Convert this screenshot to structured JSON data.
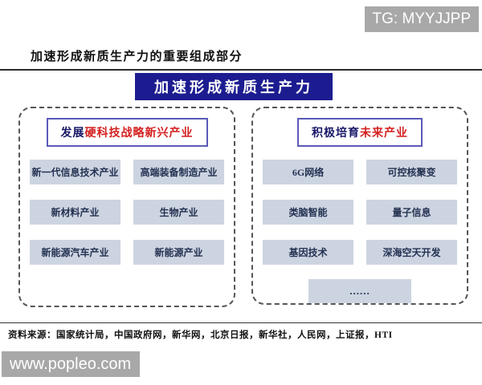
{
  "badges": {
    "tg": "TG: MYYJJPP",
    "watermark": "www.popleo.com"
  },
  "header": {
    "title": "加速形成新质生产力的重要组成部分"
  },
  "diagram": {
    "root_label": "加速形成新质生产力",
    "columns": [
      {
        "heading_prefix": "发展",
        "heading_highlight": "硬科技战略新兴产业",
        "items": [
          "新一代信息技术产业",
          "高端装备制造产业",
          "新材料产业",
          "生物产业",
          "新能源汽车产业",
          "新能源产业"
        ]
      },
      {
        "heading_prefix": "积极培育",
        "heading_highlight": "未来产业",
        "items": [
          "6G网络",
          "可控核聚变",
          "类脑智能",
          "量子信息",
          "基因技术",
          "深海空天开发"
        ],
        "ellipsis_item": "......"
      }
    ]
  },
  "footer": {
    "source": "资料来源：国家统计局，中国政府网，新华网，北京日报，新华社，人民网，上证报，HTI"
  },
  "colors": {
    "banner_bg": "#1c1c90",
    "item_bg": "#cdd4e1",
    "highlight_red": "#d42020",
    "heading_dark": "#181868",
    "badge_gray": "#a8a8a8"
  }
}
